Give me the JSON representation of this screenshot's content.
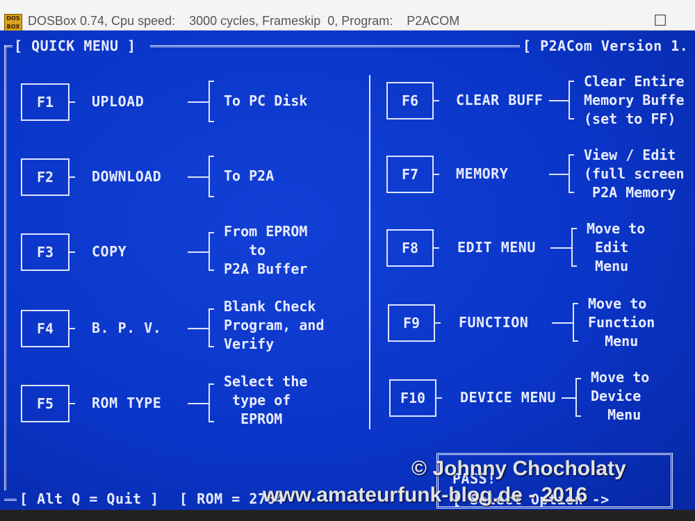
{
  "window": {
    "icon_label": "DOS BOX",
    "title": "DOSBox 0.74, Cpu speed:    3000 cycles, Frameskip  0, Program:    P2ACOM",
    "controls": "☐"
  },
  "header": {
    "left": "[ QUICK MENU ]",
    "right": "[ P2ACom Version 1."
  },
  "left_items": [
    {
      "key": "F1",
      "label": "UPLOAD",
      "desc": "To PC Disk"
    },
    {
      "key": "F2",
      "label": "DOWNLOAD",
      "desc": "To P2A"
    },
    {
      "key": "F3",
      "label": "COPY",
      "desc": "From EPROM\n   to\nP2A Buffer"
    },
    {
      "key": "F4",
      "label": "B. P. V.",
      "desc": "Blank Check\nProgram, and\nVerify"
    },
    {
      "key": "F5",
      "label": "ROM TYPE",
      "desc": "Select the\n type of\n  EPROM"
    }
  ],
  "right_items": [
    {
      "key": "F6",
      "label": "CLEAR BUFF",
      "desc": "Clear Entire\nMemory Buffe\n(set to FF)"
    },
    {
      "key": "F7",
      "label": "MEMORY",
      "desc": "View / Edit\n(full screen\n P2A Memory"
    },
    {
      "key": "F8",
      "label": "EDIT MENU",
      "desc": "Move to\n Edit\n Menu"
    },
    {
      "key": "F9",
      "label": "FUNCTION",
      "desc": "Move to\nFunction\n  Menu"
    },
    {
      "key": "F10",
      "label": "DEVICE MENU",
      "desc": "Move to\nDevice\n  Menu"
    }
  ],
  "footer": {
    "quit": "[ Alt Q = Quit ]",
    "rom": "[ ROM = 2764",
    "status": "PASS!",
    "select": "[ Select Option ->"
  },
  "watermark": {
    "line1": "© Johnny Chocholaty",
    "line2": "www.amateurfunk-blog.de - 2016"
  }
}
